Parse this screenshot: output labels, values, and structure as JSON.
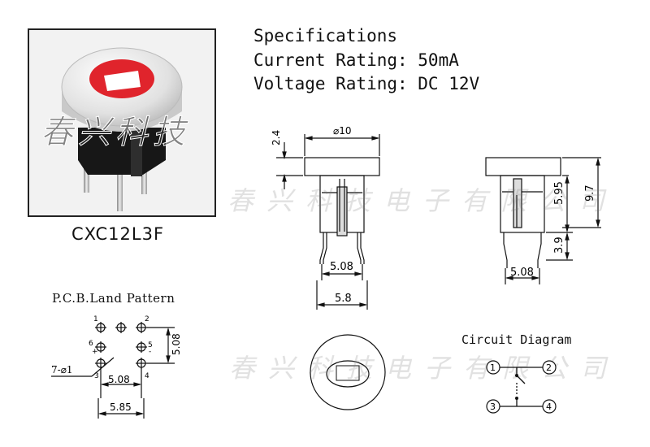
{
  "product": {
    "code": "CXC12L3F"
  },
  "specs": {
    "title": "Specifications",
    "current": "Current Rating: 50mA",
    "voltage": "Voltage Rating: DC 12V"
  },
  "watermark": {
    "photo": "春兴科技",
    "full": "春兴科技电子有限公司"
  },
  "front_view": {
    "diameter": "⌀10",
    "cap_height": "2.4",
    "pin_spacing": "5.08",
    "body_width": "5.8"
  },
  "side_view": {
    "total_height": "9.7",
    "body_height": "5.95",
    "pin_length": "3.9",
    "pin_spacing": "5.08"
  },
  "pcb": {
    "title": "P.C.B.Land Pattern",
    "hole": "7-⌀1",
    "row_spacing": "5.08",
    "col_spacing": "5.08",
    "outer_spacing": "5.85",
    "pins": [
      "1",
      "2",
      "3",
      "4",
      "5",
      "6"
    ],
    "plus": "+",
    "minus": "-"
  },
  "circuit": {
    "title": "Circuit Diagram",
    "terminals": [
      "1",
      "2",
      "3",
      "4"
    ]
  },
  "colors": {
    "cap_red": "#e0242c",
    "body_dark": "#1a1a1a",
    "cap_grey": "#d9d9d9"
  }
}
